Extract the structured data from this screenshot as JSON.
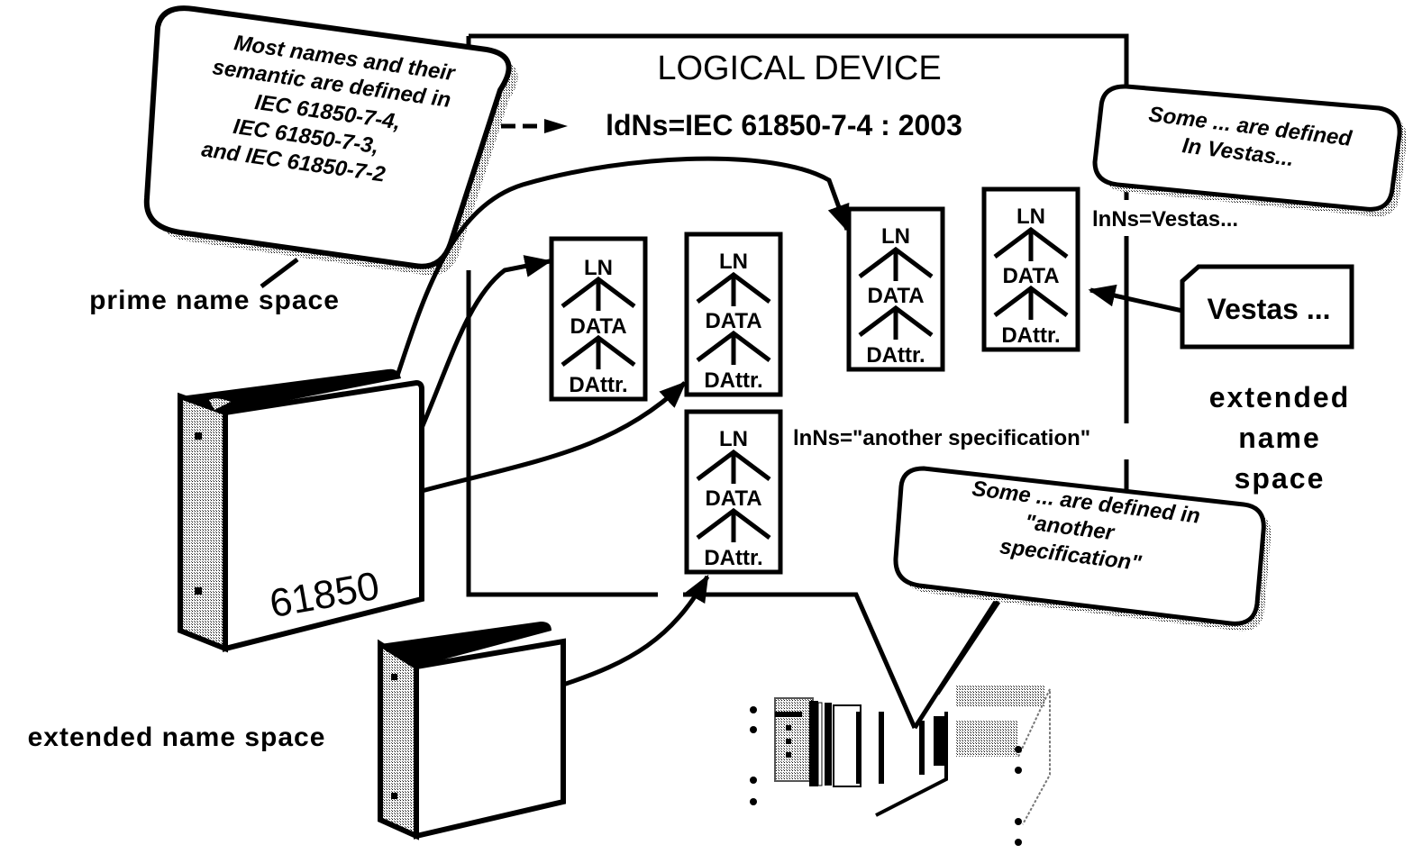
{
  "logical_device": {
    "title": "LOGICAL DEVICE",
    "ldns": "ldNs=IEC 61850-7-4 : 2003"
  },
  "callouts": {
    "prime": {
      "lines": [
        "Most names and their",
        "semantic are defined in",
        "IEC 61850-7-4,",
        "IEC 61850-7-3,",
        "and IEC 61850-7-2"
      ]
    },
    "vestas": {
      "lines": [
        "Some ... are defined",
        "In Vestas..."
      ]
    },
    "another": {
      "lines": [
        "Some ... are defined in",
        "\"another",
        "specification\""
      ]
    }
  },
  "labels": {
    "prime_name_space": "prime name space",
    "extended_name_space_left": "extended name space",
    "extended_name_space_right": [
      "extended",
      "name",
      "space"
    ],
    "lnns_vestas": "lnNs=Vestas...",
    "lnns_another": "lnNs=\"another specification\"",
    "vestas_tag": "Vestas ..."
  },
  "binders": {
    "prime_label": "61850"
  },
  "ln_boxes": [
    {
      "id": "ln-box-1",
      "levels": [
        "LN",
        "DATA",
        "DAttr."
      ]
    },
    {
      "id": "ln-box-2",
      "levels": [
        "LN",
        "DATA",
        "DAttr."
      ]
    },
    {
      "id": "ln-box-3",
      "levels": [
        "LN",
        "DATA",
        "DAttr."
      ]
    },
    {
      "id": "ln-box-4",
      "levels": [
        "LN",
        "DATA",
        "DAttr."
      ]
    },
    {
      "id": "ln-box-5",
      "levels": [
        "LN",
        "DATA",
        "DAttr."
      ]
    }
  ],
  "colors": {
    "ink": "#000000",
    "paper": "#ffffff",
    "shadow": "#9a9a9a"
  }
}
